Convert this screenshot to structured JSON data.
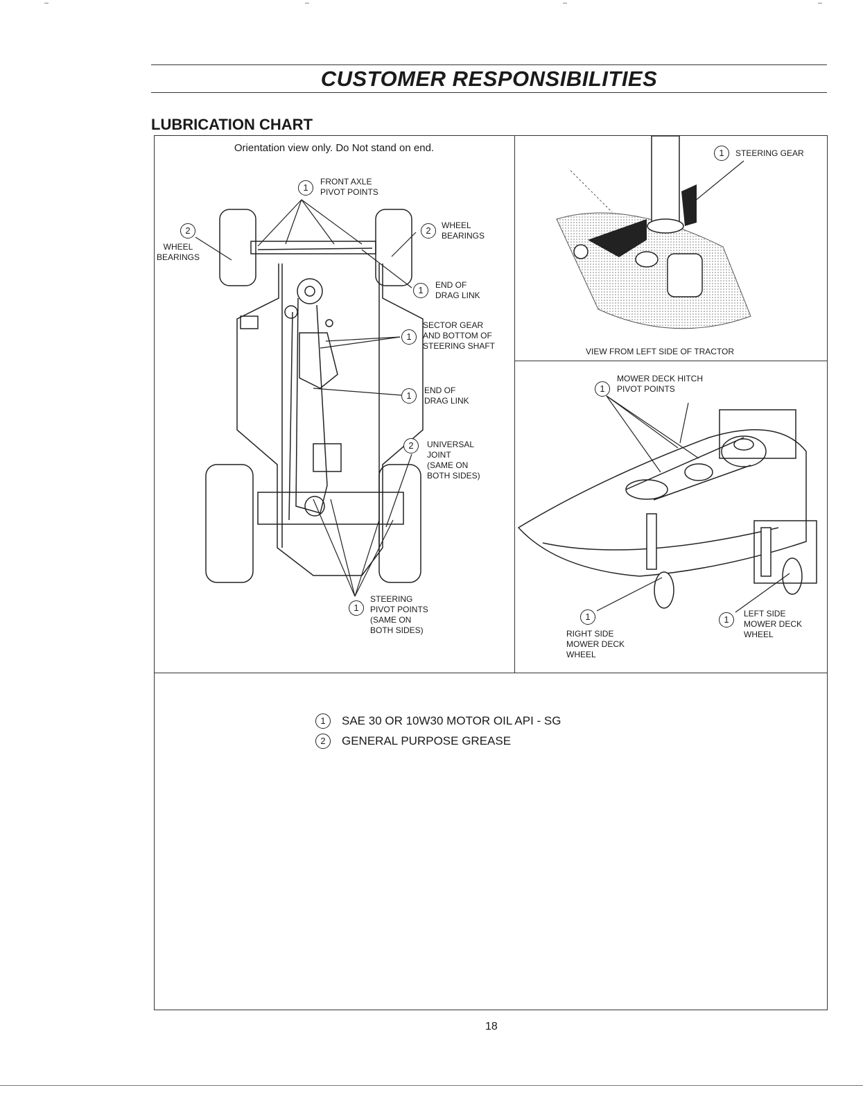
{
  "header": {
    "title": "CUSTOMER RESPONSIBILITIES"
  },
  "section": {
    "title": "LUBRICATION CHART"
  },
  "tractor_view": {
    "orientation_note": "Orientation view only. Do Not stand on end.",
    "callouts": [
      {
        "id": "front-axle-pivot-points",
        "number": "1",
        "lines": [
          "FRONT AXLE",
          "PIVOT POINTS"
        ]
      },
      {
        "id": "wheel-bearings-left",
        "number": "2",
        "lines": [
          "WHEEL",
          "BEARINGS"
        ]
      },
      {
        "id": "wheel-bearings-right",
        "number": "2",
        "lines": [
          "WHEEL",
          "BEARINGS"
        ]
      },
      {
        "id": "end-of-drag-link-top",
        "number": "1",
        "lines": [
          "END OF",
          "DRAG LINK"
        ]
      },
      {
        "id": "sector-gear",
        "number": "1",
        "lines": [
          "SECTOR GEAR",
          "AND BOTTOM OF",
          "STEERING SHAFT"
        ]
      },
      {
        "id": "end-of-drag-link-mid",
        "number": "1",
        "lines": [
          "END OF",
          "DRAG LINK"
        ]
      },
      {
        "id": "universal-joint",
        "number": "2",
        "lines": [
          "UNIVERSAL",
          "JOINT",
          "(SAME ON",
          "BOTH SIDES)"
        ]
      },
      {
        "id": "steering-pivot-points",
        "number": "1",
        "lines": [
          "STEERING",
          "PIVOT POINTS",
          "(SAME ON",
          "BOTH SIDES)"
        ]
      }
    ]
  },
  "steering_view": {
    "callout": {
      "number": "1",
      "label": "STEERING GEAR"
    },
    "caption": "VIEW FROM LEFT SIDE OF TRACTOR"
  },
  "deck_view": {
    "callouts": [
      {
        "id": "mower-deck-hitch",
        "number": "1",
        "lines": [
          "MOWER DECK HITCH",
          "PIVOT POINTS"
        ]
      },
      {
        "id": "right-side-wheel",
        "number": "1",
        "lines": [
          "RIGHT SIDE",
          "MOWER DECK",
          "WHEEL"
        ]
      },
      {
        "id": "left-side-wheel",
        "number": "1",
        "lines": [
          "LEFT SIDE",
          "MOWER DECK",
          "WHEEL"
        ]
      }
    ]
  },
  "legend": [
    {
      "number": "1",
      "text": "SAE 30 OR 10W30 MOTOR OIL API - SG"
    },
    {
      "number": "2",
      "text": "GENERAL PURPOSE GREASE"
    }
  ],
  "footer": {
    "page_number": "18"
  }
}
